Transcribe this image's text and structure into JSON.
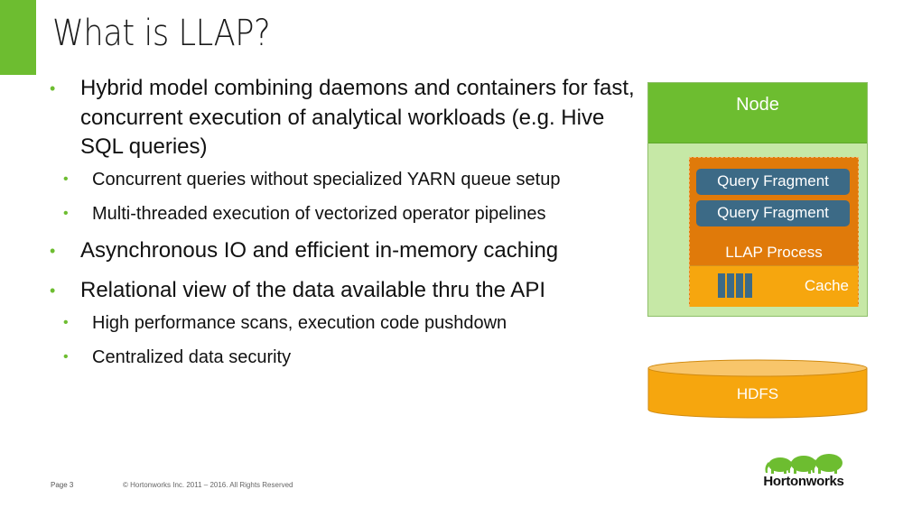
{
  "slide": {
    "title": "What is LLAP?",
    "bullets": [
      {
        "level": 1,
        "text": "Hybrid model combining daemons and containers for fast, concurrent execution of analytical workloads (e.g. Hive SQL queries)"
      },
      {
        "level": 2,
        "text": "Concurrent queries without specialized YARN queue setup"
      },
      {
        "level": 2,
        "text": "Multi-threaded execution of vectorized operator pipelines"
      },
      {
        "level": 1,
        "text": "Asynchronous IO and efficient in-memory caching"
      },
      {
        "level": 1,
        "text": "Relational view of the data available thru the API"
      },
      {
        "level": 2,
        "text": "High performance scans, execution code pushdown"
      },
      {
        "level": 2,
        "text": "Centralized data security"
      }
    ],
    "bullet_glyph": "•"
  },
  "diagram": {
    "node_label": "Node",
    "query_fragments": [
      "Query Fragment",
      "Query Fragment"
    ],
    "llap_process_label": "LLAP Process",
    "cache_label": "Cache",
    "hdfs_label": "HDFS",
    "colors": {
      "node_header": "#6dbd30",
      "node_body": "#c6e8a6",
      "llap_process": "#e07a0a",
      "cache": "#f6a60e",
      "query_fragment": "#3c6a86",
      "hdfs": "#f6a60e"
    }
  },
  "footer": {
    "page": "Page 3",
    "copyright": "© Hortonworks Inc. 2011 – 2016. All Rights Reserved"
  },
  "logo": {
    "text": "Hortonworks",
    "icon": "elephants-icon",
    "color": "#6dbd30"
  }
}
